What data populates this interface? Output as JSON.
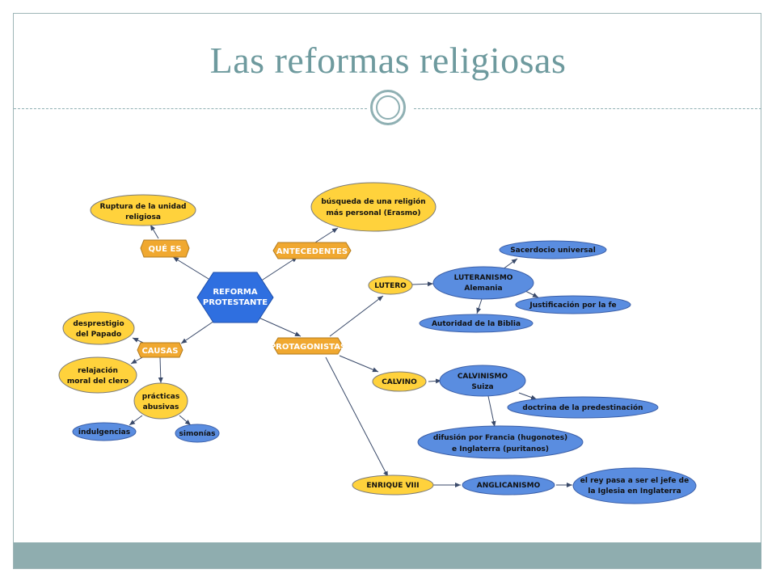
{
  "slide": {
    "title": "Las reformas religiosas"
  },
  "colors": {
    "title": "#6e9a9e",
    "accent_bar": "#8fadaf",
    "yellow_node": "#ffd23c",
    "blue_node": "#5a8de0",
    "orange_node": "#f0a830",
    "center_node": "#2f6fe0"
  },
  "map": {
    "center": [
      "REFORMA",
      "PROTESTANTE"
    ],
    "que_es": "QUÉ ES",
    "ruptura": [
      "Ruptura de la unidad",
      "religiosa"
    ],
    "antecedentes": "ANTECEDENTES",
    "busqueda": [
      "búsqueda de una religión",
      "más personal (Erasmo)"
    ],
    "causas": "CAUSAS",
    "desprestigio": [
      "desprestigio",
      "del Papado"
    ],
    "relajacion": [
      "relajación",
      "moral del clero"
    ],
    "practicas": [
      "prácticas",
      "abusivas"
    ],
    "indulgencias": "indulgencias",
    "simonias": "simonías",
    "protagonistas": "PROTAGONISTAS",
    "lutero": "LUTERO",
    "luteranismo": [
      "LUTERANISMO",
      "Alemania"
    ],
    "sacerdocio": "Sacerdocio universal",
    "justificacion": "Justificación por la fe",
    "autoridad": "Autoridad de la Biblia",
    "calvino": "CALVINO",
    "calvinismo": [
      "CALVINISMO",
      "Suiza"
    ],
    "doctrina": "doctrina de la predestinación",
    "difusion": [
      "difusión por Francia (hugonotes)",
      "e Inglaterra (puritanos)"
    ],
    "enrique": "ENRIQUE VIII",
    "anglicanismo": "ANGLICANISMO",
    "rey": [
      "el rey pasa a ser el jefe de",
      "la Iglesia en Inglaterra"
    ]
  }
}
